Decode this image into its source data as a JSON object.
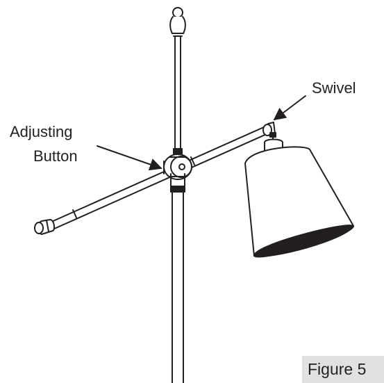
{
  "labels": {
    "adjusting_line1": "Adjusting",
    "adjusting_line2": "Button",
    "swivel": "Swivel",
    "figure": "Figure 5"
  },
  "colors": {
    "stroke": "#231f20",
    "background": "#ffffff",
    "figure_box": "#e1e1e1"
  }
}
